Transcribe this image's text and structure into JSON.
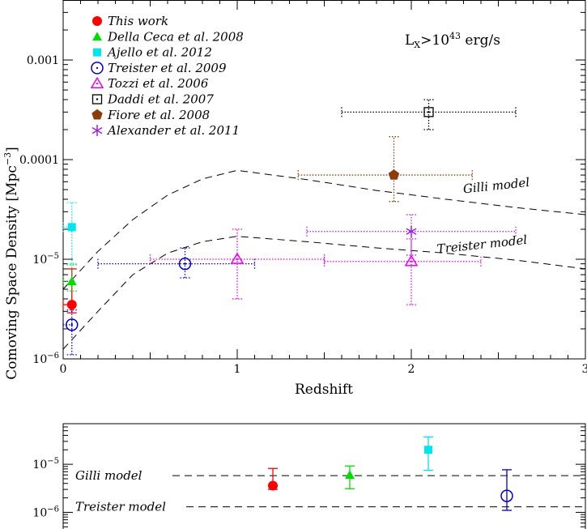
{
  "colors": {
    "red": "#ff0000",
    "green": "#00dd00",
    "cyan": "#00e5ee",
    "blue": "#0000cc",
    "magenta": "#ee00ee",
    "black": "#000000",
    "brown": "#8b3c0a",
    "purple": "#a020f0"
  },
  "ylabel_main": "Comoving Space Density [Mpc",
  "ylabel_sup": "−3",
  "ylabel_close": "]",
  "xlabel_main": "Redshift",
  "annotation": {
    "lx_prefix": "L",
    "lx_sub": "X",
    "lx_mid": ">10",
    "lx_sup": "43",
    "lx_unit": " erg/s"
  },
  "chart_data": [
    {
      "type": "scatter",
      "scale": "log-y",
      "xlabel": "Redshift",
      "ylabel": "Comoving Space Density [Mpc−3]",
      "xlim": [
        0,
        3
      ],
      "ylim": [
        1e-06,
        0.004
      ],
      "x_ticks": [
        {
          "v": 0,
          "label": "0"
        },
        {
          "v": 1,
          "label": "1"
        },
        {
          "v": 2,
          "label": "2"
        },
        {
          "v": 3,
          "label": "3"
        }
      ],
      "y_ticks": [
        {
          "v": 1e-06,
          "base": "10",
          "exp": "−6"
        },
        {
          "v": 1e-05,
          "base": "10",
          "exp": "−5"
        },
        {
          "v": 0.0001,
          "label": "0.0001"
        },
        {
          "v": 0.001,
          "label": "0.001"
        }
      ],
      "legend_position": "top-left",
      "series": [
        {
          "name": "This work",
          "marker": "filled-circle",
          "color": "red",
          "line": "solid",
          "x": 0.05,
          "y": 3.5e-06,
          "xerr": [
            0,
            0.05
          ],
          "yerr": [
            2.9e-06,
            8e-06
          ]
        },
        {
          "name": "Della Ceca et al. 2008",
          "marker": "filled-triangle",
          "color": "green",
          "line": "dotted",
          "x": 0.05,
          "y": 6e-06,
          "xerr": [
            0,
            0.05
          ],
          "yerr": [
            4.8e-06,
            8.8e-06
          ]
        },
        {
          "name": "Ajello et al. 2012",
          "marker": "filled-square",
          "color": "cyan",
          "line": "dotted",
          "x": 0.05,
          "y": 2.1e-05,
          "xerr": [
            0,
            0.05
          ],
          "yerr": [
            9e-06,
            3.7e-05
          ]
        },
        {
          "name": "Treister et al. 2009",
          "marker": "open-circle-dot",
          "color": "blue",
          "line": "dotted",
          "points": [
            {
              "x": 0.05,
              "y": 2.2e-06,
              "xerr": [
                0,
                0.05
              ],
              "yerr": [
                1.1e-06,
                3.1e-06
              ]
            },
            {
              "x": 0.7,
              "y": 9e-06,
              "xerr": [
                0.2,
                1.1
              ],
              "yerr": [
                6.5e-06,
                1.3e-05
              ]
            }
          ]
        },
        {
          "name": "Tozzi et al. 2006",
          "marker": "open-triangle-dot",
          "color": "magenta",
          "line": "dotted",
          "points": [
            {
              "x": 1.0,
              "y": 1e-05,
              "xerr": [
                0.5,
                1.5
              ],
              "yerr": [
                4e-06,
                2e-05
              ]
            },
            {
              "x": 2.0,
              "y": 9.5e-06,
              "xerr": [
                1.5,
                2.4
              ],
              "yerr": [
                3.5e-06,
                1.6e-05
              ]
            }
          ]
        },
        {
          "name": "Daddi et al. 2007",
          "marker": "open-square-dot",
          "color": "black",
          "line": "dotted",
          "x": 2.1,
          "y": 0.0003,
          "xerr": [
            1.6,
            2.6
          ],
          "yerr": [
            0.0002,
            0.0004
          ]
        },
        {
          "name": "Fiore et al. 2008",
          "marker": "filled-pentagon",
          "color": "brown",
          "line": "dotted",
          "x": 1.9,
          "y": 7e-05,
          "xerr": [
            1.35,
            2.35
          ],
          "yerr": [
            3.8e-05,
            0.00017
          ]
        },
        {
          "name": "Alexander et al. 2011",
          "marker": "star",
          "color": "purple",
          "line": "dotted",
          "x": 2.0,
          "y": 1.9e-05,
          "xerr": [
            1.4,
            2.6
          ],
          "yerr": [
            1.1e-05,
            2.8e-05
          ]
        }
      ],
      "models": [
        {
          "name": "Gilli model",
          "x": [
            0,
            0.2,
            0.4,
            0.6,
            0.8,
            1.0,
            1.4,
            1.8,
            2.2,
            2.6,
            3.0
          ],
          "y": [
            5e-06,
            1.2e-05,
            2.5e-05,
            4.4e-05,
            6.4e-05,
            7.8e-05,
            6.3e-05,
            4.9e-05,
            4e-05,
            3.3e-05,
            2.8e-05
          ],
          "label_at": {
            "x": 2.3,
            "y": 4.6e-05
          }
        },
        {
          "name": "Treister model",
          "x": [
            0,
            0.2,
            0.4,
            0.6,
            0.8,
            1.0,
            1.4,
            1.8,
            2.2,
            2.6,
            3.0
          ],
          "y": [
            1.25e-06,
            3e-06,
            7e-06,
            1.15e-05,
            1.5e-05,
            1.7e-05,
            1.5e-05,
            1.3e-05,
            1.15e-05,
            9.8e-06,
            8e-06
          ],
          "label_at": {
            "x": 2.15,
            "y": 1.15e-05
          }
        }
      ]
    },
    {
      "type": "scatter",
      "scale": "log-y",
      "ylim": [
        4.5e-07,
        7e-05
      ],
      "y_ticks": [
        {
          "v": 1e-06,
          "base": "10",
          "exp": "−6"
        },
        {
          "v": 1e-05,
          "base": "10",
          "exp": "−5"
        }
      ],
      "lines": [
        {
          "name": "Gilli model",
          "y": 5.8e-06
        },
        {
          "name": "Treister model",
          "y": 1.3e-06
        }
      ],
      "points": [
        {
          "color": "red",
          "marker": "filled-circle",
          "y": 3.6e-06,
          "yerr": [
            3e-06,
            8.2e-06
          ]
        },
        {
          "color": "green",
          "marker": "filled-triangle",
          "y": 6e-06,
          "yerr": [
            3.1e-06,
            9.2e-06
          ]
        },
        {
          "color": "cyan",
          "marker": "filled-square",
          "y": 2e-05,
          "yerr": [
            7.5e-06,
            3.7e-05
          ]
        },
        {
          "color": "blue",
          "marker": "open-circle",
          "y": 2.2e-06,
          "yerr": [
            1.1e-06,
            7.7e-06
          ]
        }
      ]
    }
  ]
}
